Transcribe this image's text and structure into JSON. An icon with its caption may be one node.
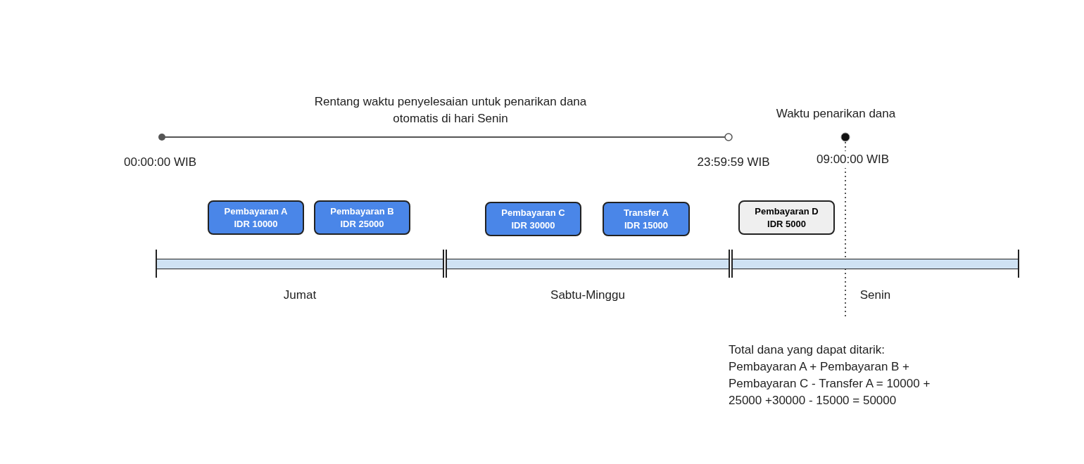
{
  "diagram": {
    "nodes": [
      {
        "text": [
          "Pembayaran A",
          "IDR 10000"
        ]
      },
      {
        "text": [
          "Pembayaran B",
          "IDR 25000"
        ]
      },
      {
        "text": [
          "Pembayaran C",
          "IDR 30000"
        ]
      },
      {
        "text": [
          "Transfer A",
          "IDR 15000"
        ]
      },
      {
        "text": [
          "Pembayaran D",
          "IDR 5000"
        ]
      },
      {
        "text": [
          "Jumat"
        ]
      },
      {
        "text": [
          "Sabtu-Minggu"
        ]
      },
      {
        "text": [
          "Senin"
        ]
      }
    ],
    "edges": [],
    "labels": [
      "Rentang waktu penyelesaian untuk penarikan dana otomatis di hari Senin",
      "Waktu penarikan dana",
      "00:00:00 WIB",
      "23:59:59 WIB",
      "09:00:00 WIB",
      "Total dana yang dapat ditarik: Pembayaran A + Pembayaran B + Pembayaran C - Transfer A = 10000 + 25000 +30000 - 15000 = 50000"
    ]
  }
}
